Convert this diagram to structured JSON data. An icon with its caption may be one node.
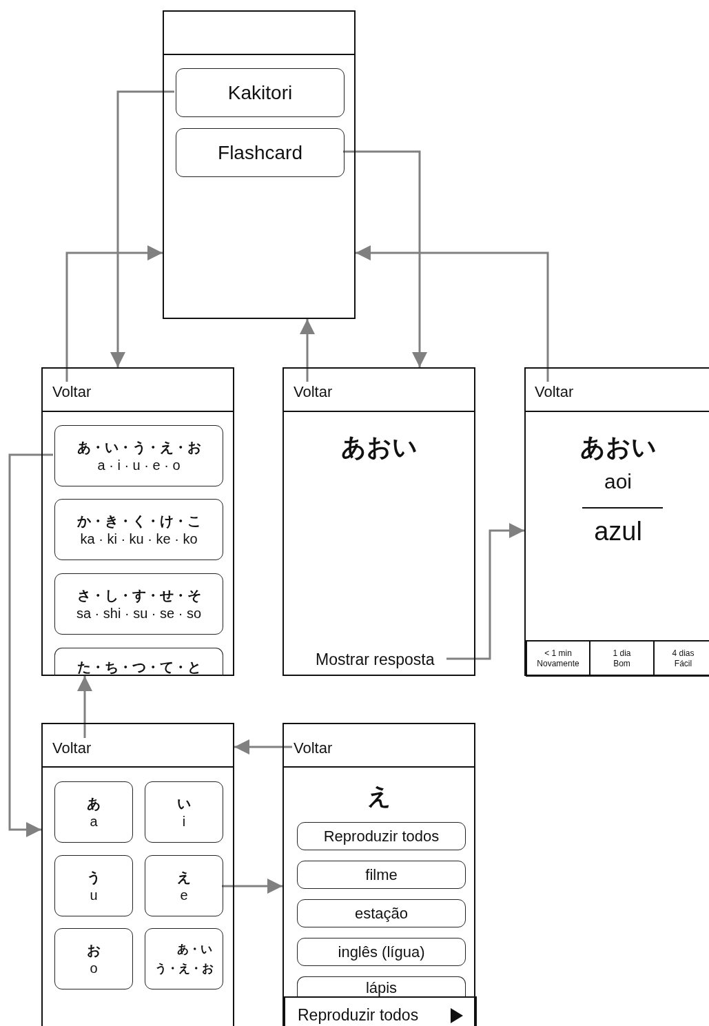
{
  "diagram": {
    "nodes": [
      {
        "text": [],
        "shape": "box"
      },
      {
        "text": [
          "Kakitori"
        ],
        "in": 0
      },
      {
        "text": [
          "Flashcard"
        ],
        "in": 0
      },
      {
        "text": [],
        "shape": "box"
      },
      {
        "text": [
          "Voltar"
        ],
        "in": 3
      },
      {
        "text": [
          "あ・い・う・え・お",
          "a · i · u · e · o"
        ],
        "in": 3
      },
      {
        "text": [
          "か・き・く・け・こ",
          "ka · ki · ku · ke · ko"
        ],
        "in": 3
      },
      {
        "text": [
          "さ・し・す・せ・そ",
          "sa · shi · su · se · so"
        ],
        "in": 3
      },
      {
        "text": [
          "た・ち・つ・て・と"
        ],
        "in": 3
      },
      {
        "text": [
          "あおい"
        ]
      },
      {
        "text": [
          "Voltar"
        ],
        "in": 9
      },
      {
        "text": [
          "Mostrar resposta"
        ],
        "in": 9
      },
      {
        "text": [
          "あおい",
          "aoi",
          "azul"
        ]
      },
      {
        "text": [
          "Voltar"
        ],
        "in": 12
      },
      {
        "text": [
          "< 1 min",
          "Novamente"
        ],
        "in": 12
      },
      {
        "text": [
          "1 dia",
          "Bom"
        ],
        "in": 12
      },
      {
        "text": [
          "4 dias",
          "Fácil"
        ],
        "in": 12
      },
      {
        "text": [],
        "shape": "box"
      },
      {
        "text": [
          "Voltar"
        ],
        "in": 17
      },
      {
        "text": [
          "あ",
          "a"
        ],
        "in": 17
      },
      {
        "text": [
          "い",
          "i"
        ],
        "in": 17
      },
      {
        "text": [
          "う",
          "u"
        ],
        "in": 17
      },
      {
        "text": [
          "え",
          "e"
        ],
        "in": 17
      },
      {
        "text": [
          "お",
          "o"
        ],
        "in": 17
      },
      {
        "text": [
          "あ・いう・え・お"
        ],
        "in": 17
      },
      {
        "text": [
          "え"
        ]
      },
      {
        "text": [
          "Voltar"
        ],
        "in": 25
      },
      {
        "text": [
          "Reproduzir todos"
        ],
        "in": 25
      },
      {
        "text": [
          "filme"
        ],
        "in": 25
      },
      {
        "text": [
          "estação"
        ],
        "in": 25
      },
      {
        "text": [
          "inglês (lígua)"
        ],
        "in": 25
      },
      {
        "text": [
          "lápis"
        ],
        "in": 25
      },
      {
        "text": [
          "Reproduzir todos"
        ],
        "in": 25
      }
    ],
    "edges": [
      {
        "from": 1,
        "to": 3,
        "arrow": "to"
      },
      {
        "from": 2,
        "to": 9,
        "arrow": "to"
      },
      {
        "from": 4,
        "to": 0,
        "arrow": "to"
      },
      {
        "from": 13,
        "to": 0,
        "arrow": "to"
      },
      {
        "from": 10,
        "to": 0,
        "arrow": "to"
      },
      {
        "from": 11,
        "to": 12,
        "arrow": "to"
      },
      {
        "from": 5,
        "to": 17,
        "arrow": "to"
      },
      {
        "from": 18,
        "to": 3,
        "arrow": "to"
      },
      {
        "from": 26,
        "to": 17,
        "arrow": "to"
      },
      {
        "from": 22,
        "to": 25,
        "arrow": "to"
      }
    ]
  }
}
